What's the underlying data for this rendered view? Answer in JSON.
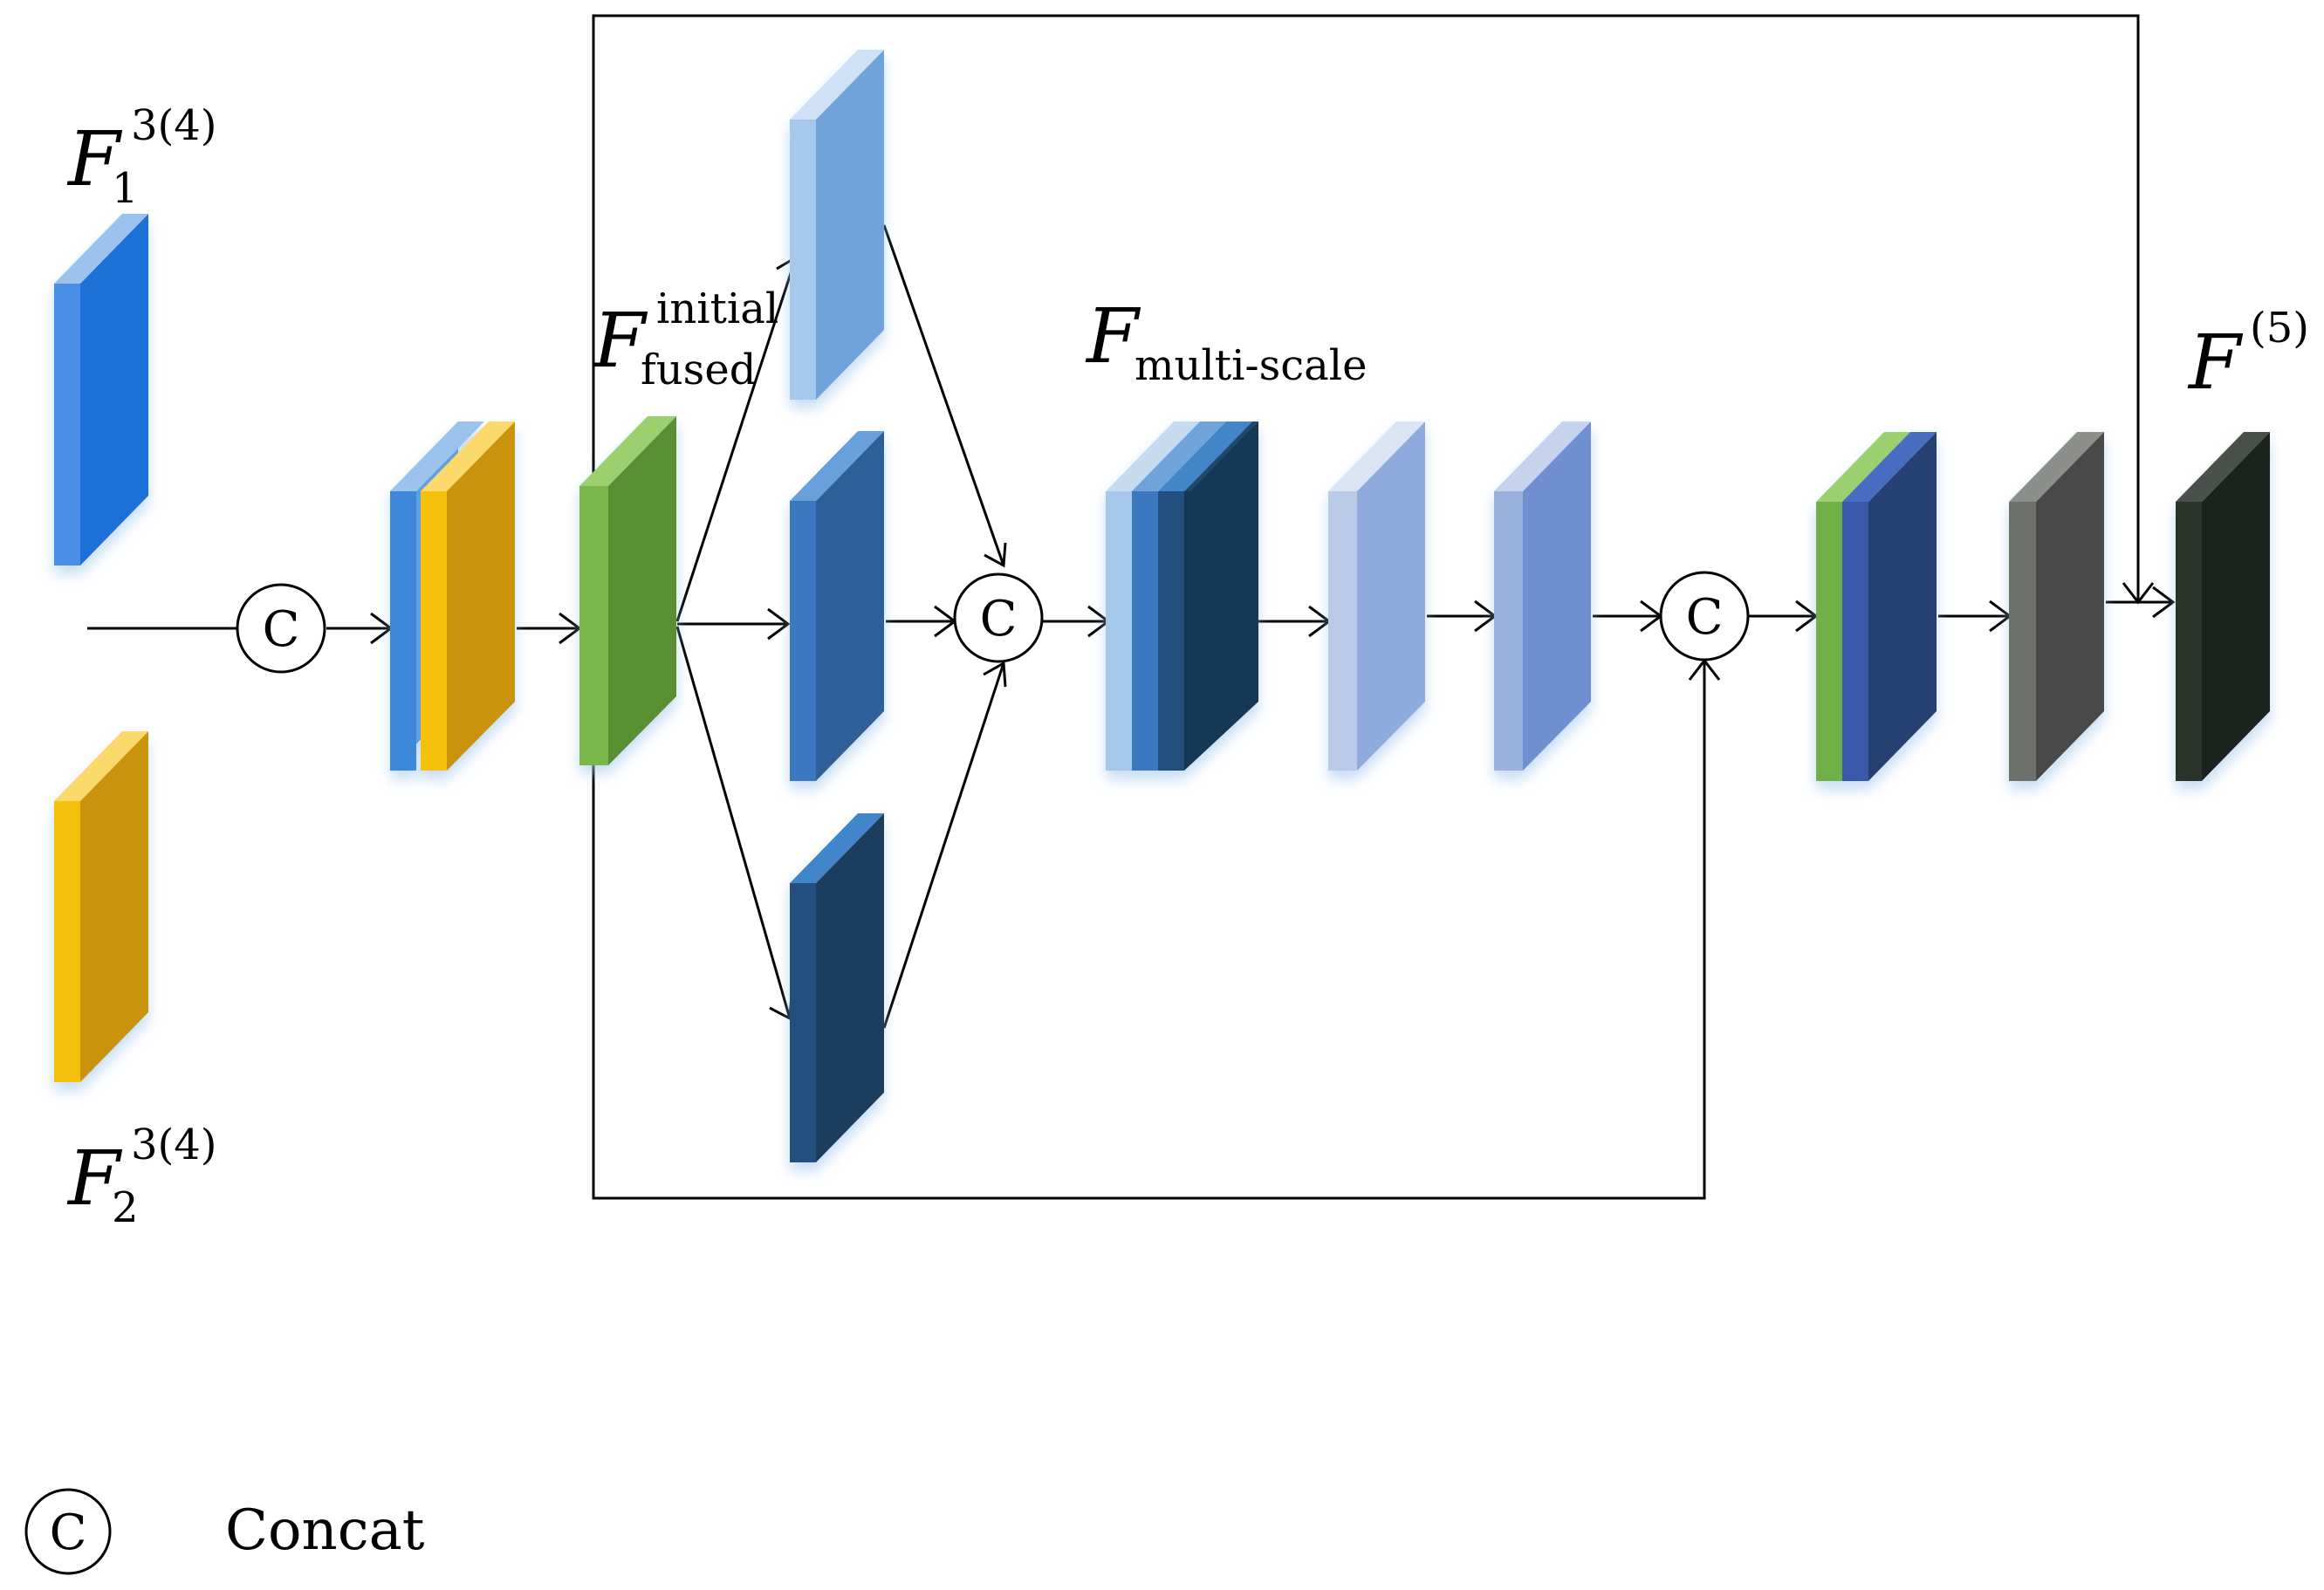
{
  "labels": {
    "f1_base": "F",
    "f1_sup": "3(4)",
    "f1_sub": "1",
    "f2_base": "F",
    "f2_sup": "3(4)",
    "f2_sub": "2",
    "fused_base": "F",
    "fused_sup": "initial",
    "fused_sub": "fused",
    "multiscale_base": "F",
    "multiscale_sub": "multi-scale",
    "f5_base": "F",
    "f5_sup": "(5)"
  },
  "concat_symbol": "C",
  "legend": {
    "symbol": "C",
    "label": "Concat"
  },
  "colors": {
    "blue_bright": "#1f6fd6",
    "gold": "#d39a0a",
    "yellow": "#f5c20e",
    "green": "#5a8e32",
    "green_light": "#7ab648",
    "light_blue": "#6fa3da",
    "mid_blue": "#2f5f99",
    "dark_navy": "#1a3d5c",
    "periwinkle": "#8faadc",
    "medium_periwinkle": "#6f8fd0",
    "royal_navy": "#2e4a80",
    "gray": "#4d4d4d",
    "black_block": "#1f211f"
  }
}
